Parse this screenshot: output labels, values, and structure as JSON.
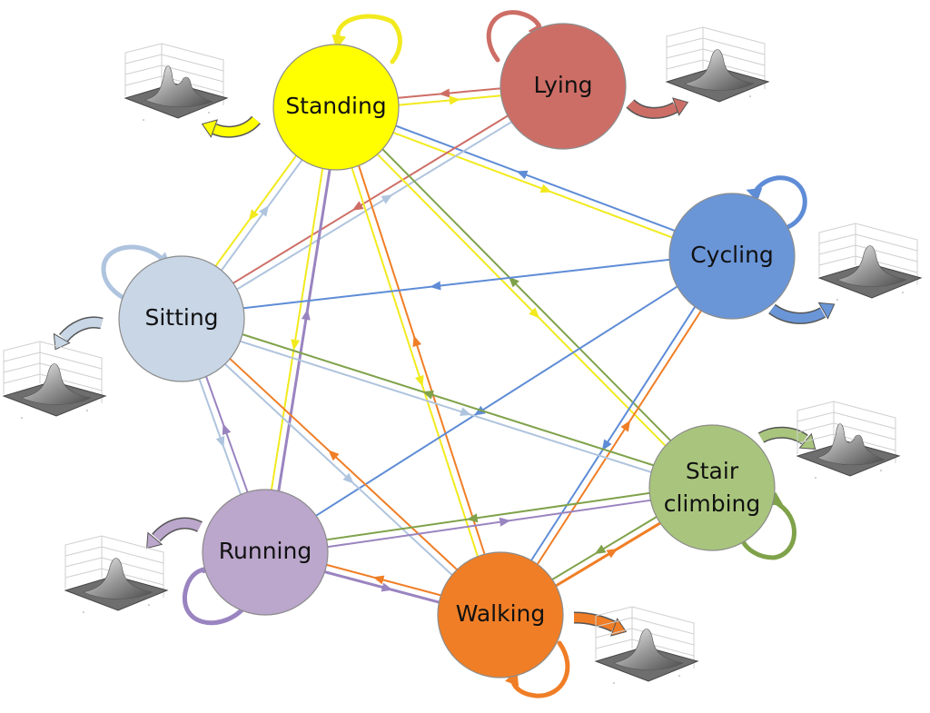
{
  "states": [
    {
      "id": "standing",
      "label": "Standing",
      "color": "#FFFF00"
    },
    {
      "id": "lying",
      "label": "Lying",
      "color": "#CD6E66"
    },
    {
      "id": "cycling",
      "label": "Cycling",
      "color": "#6A96D8"
    },
    {
      "id": "stair",
      "label_lines": [
        "Stair",
        "climbing"
      ],
      "color": "#A9C57D"
    },
    {
      "id": "walking",
      "label": "Walking",
      "color": "#F07E26"
    },
    {
      "id": "running",
      "label": "Running",
      "color": "#BBA6CC"
    },
    {
      "id": "sitting",
      "label": "Sitting",
      "color": "#C8D6E6"
    }
  ],
  "edge_colors": {
    "standing": "#F2EA1E",
    "lying": "#CD6E66",
    "cycling": "#5E8CD6",
    "stair": "#7FA24A",
    "walking": "#F07E26",
    "running": "#9A84C0",
    "sitting": "#AFC4DE"
  },
  "transitions": [
    [
      "lying",
      "standing"
    ],
    [
      "standing",
      "lying"
    ],
    [
      "standing",
      "cycling"
    ],
    [
      "cycling",
      "standing"
    ],
    [
      "standing",
      "sitting"
    ],
    [
      "sitting",
      "standing"
    ],
    [
      "lying",
      "sitting"
    ],
    [
      "sitting",
      "lying"
    ],
    [
      "standing",
      "stair"
    ],
    [
      "stair",
      "standing"
    ],
    [
      "standing",
      "walking"
    ],
    [
      "walking",
      "standing"
    ],
    [
      "standing",
      "running"
    ],
    [
      "running",
      "standing"
    ],
    [
      "cycling",
      "sitting"
    ],
    [
      "cycling",
      "running"
    ],
    [
      "cycling",
      "walking"
    ],
    [
      "walking",
      "cycling"
    ],
    [
      "sitting",
      "stair"
    ],
    [
      "stair",
      "sitting"
    ],
    [
      "sitting",
      "walking"
    ],
    [
      "walking",
      "sitting"
    ],
    [
      "sitting",
      "running"
    ],
    [
      "running",
      "sitting"
    ],
    [
      "running",
      "walking"
    ],
    [
      "walking",
      "running"
    ],
    [
      "running",
      "stair"
    ],
    [
      "stair",
      "running"
    ],
    [
      "walking",
      "stair"
    ],
    [
      "stair",
      "walking"
    ]
  ],
  "icons": {
    "self_loop": "self-transition-loop-icon",
    "emission": "emission-arrow-icon",
    "density": "gaussian-density-plot-icon"
  }
}
